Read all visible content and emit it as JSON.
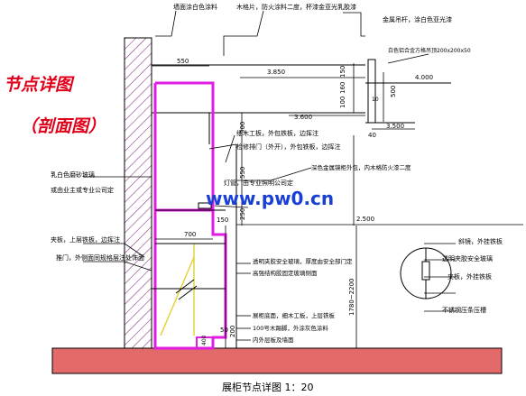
{
  "titles": {
    "main": "节点详图",
    "sub": "（剖面图）",
    "caption": "展柜节点详图 1：20",
    "watermark": "www.pw0.cn"
  },
  "colors": {
    "title_red": "#e0001a",
    "cabinet_magenta": "#e21de2",
    "floor_fill": "#e26a6a",
    "wall_hatch": "#8a3a8a",
    "watermark_blue": "#1a3fd6",
    "glass_yellow": "#e3d23a"
  },
  "labels": {
    "top_wall": "墙面涂白色涂料",
    "top_wood": "木格片，防火涂料二度，杯漆金亚光乳胶漆",
    "top_metal": "金属吊杆，涂白色亚光漆",
    "right_board": "白色铝合金方格吊顶200x200x50",
    "mid_wood": "细木工板，外包铁板，边挥注",
    "mid_lid": "检修排门（外开），外包铁板，边挥注",
    "mid_light": "深色金属镜柜外包，内木格防火漆二度",
    "left_glass": "乳白色磨砂玻璃",
    "left_vendor": "或由业主或专业公司定",
    "lamp_note": "灯管，由专业照明公司定",
    "bottom_wood": "夹板，上层铁板，边挥注",
    "bottom_door": "推门，外侧面同规格层注处饰面",
    "glass_a": "透明夹胶安全玻璃，厚度由安全部门定",
    "glass_b": "高强结构胶固定玻璃侧面",
    "base_a": "展柜底面，细木工板，上层铁板",
    "base_b": "100号木踢脚，外涂灰色涂料",
    "base_c": "内外层板及墙面",
    "detail_a": "斜镜，外挂铁板",
    "detail_b": "透明夹胶安全玻璃",
    "detail_c": "夹板，外挂铁板",
    "detail_d": "不锈钢压条压槽"
  },
  "dimensions": {
    "d550": "550",
    "d3850": "3.850",
    "d3600": "3.600",
    "d4000": "4.000",
    "d3500": "3.500",
    "d2500": "2.500",
    "d700": "700",
    "d150": "150",
    "d160": "160",
    "d100": "100",
    "d500": "500",
    "d300": "300",
    "d550b": "550",
    "d250": "250",
    "d40": "40",
    "d1780": "1780~2200",
    "d50": "50",
    "d200": "200",
    "d400": "400",
    "d10": "10"
  }
}
